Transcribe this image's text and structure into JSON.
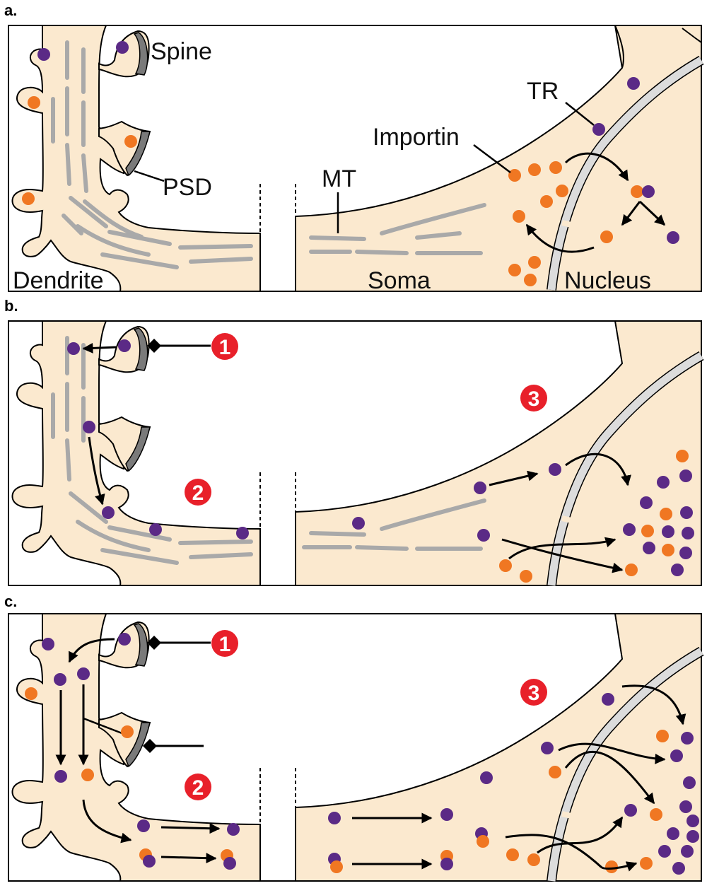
{
  "panels": [
    {
      "letter": "a."
    },
    {
      "letter": "b."
    },
    {
      "letter": "c."
    }
  ],
  "labels": {
    "spine": "Spine",
    "psd": "PSD",
    "dendrite": "Dendrite",
    "mt": "MT",
    "importin": "Importin",
    "tr": "TR",
    "soma": "Soma",
    "nucleus": "Nucleus"
  },
  "steps": {
    "one": "1",
    "two": "2",
    "three": "3"
  },
  "colors": {
    "cytoplasm": "#fbe9cf",
    "microtubule": "#a9a9a9",
    "envelope": "#dcdcdc",
    "tr_purple": "#5b2a86",
    "importin_orange": "#f07722",
    "step_red": "#e8202a",
    "psd_gray": "#7a7a7a"
  }
}
